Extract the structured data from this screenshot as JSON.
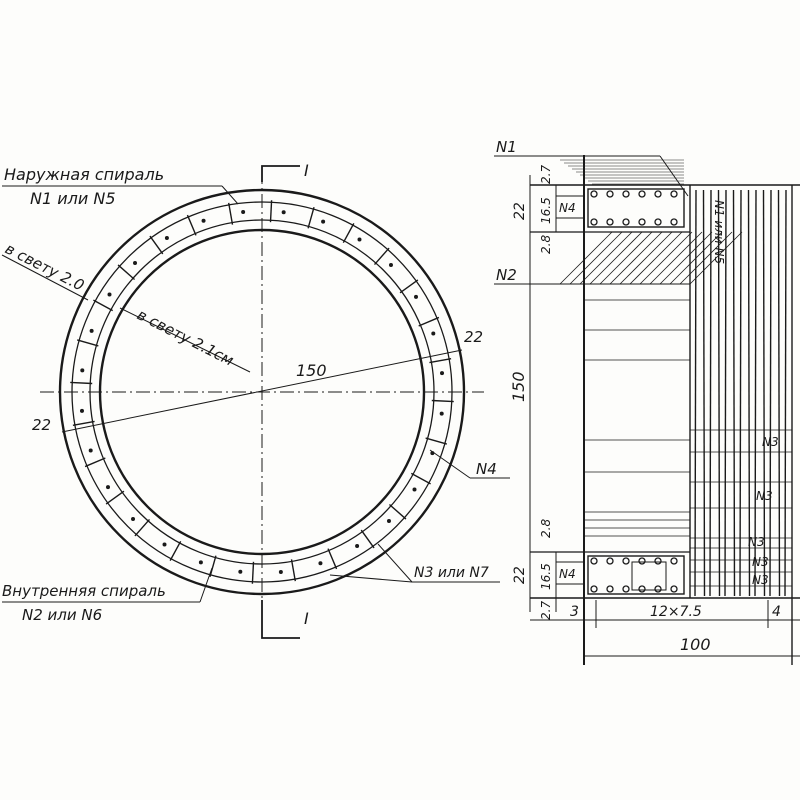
{
  "labels": {
    "outer_spiral": "Наружная спираль",
    "outer_spiral_variant": "N1 или N5",
    "inner_spiral": "Внутренняя спираль",
    "inner_spiral_variant": "N2 или N6",
    "clear_20": "в свету 2.0",
    "clear_21": "в свету 2.1см",
    "dim_150_plan": "150",
    "dim_22_right": "22",
    "dim_22_left": "22",
    "n4_plan": "N4",
    "n3_n7": "N3 или N7",
    "section_top": "I",
    "section_bottom": "I"
  },
  "section": {
    "n1": "N1",
    "n2": "N2",
    "n4_top": "N4",
    "n4_bottom": "N4",
    "d27_top": "2.7",
    "d22_top": "22",
    "d165_top": "16.5",
    "d28_top": "2.8",
    "d150": "150",
    "d28_bottom": "2.8",
    "d22_bottom": "22",
    "d165_bottom": "16.5",
    "d27_bottom": "2.7",
    "d3": "3",
    "d12x75": "12×7.5",
    "d4": "4",
    "d100": "100",
    "n1_or_n5_vert": "N1 или N5",
    "n3_a": "N3",
    "n3_b": "N3",
    "n3_c": "N3",
    "n3_d": "N3",
    "n3_e": "N3"
  }
}
